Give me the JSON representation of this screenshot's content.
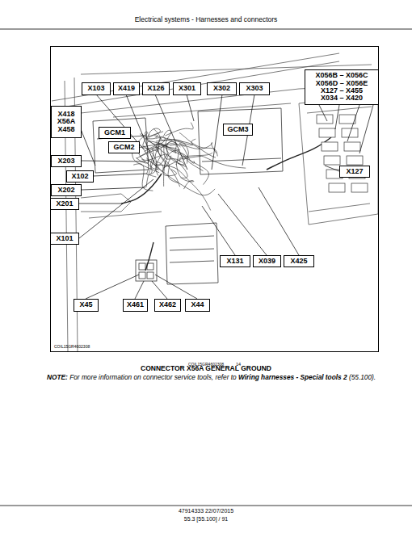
{
  "diagram": {
    "title": "Electrical systems - Harnesses and connectors",
    "caption": "CONNECTOR X56A GENERAL GROUND",
    "nodes": [
      {
        "text": [
          "COIL15GR4602308"
        ]
      },
      {
        "text": [
          "X103"
        ],
        "in": 0
      },
      {
        "text": [
          "X419"
        ],
        "in": 0
      },
      {
        "text": [
          "X126"
        ],
        "in": 0
      },
      {
        "text": [
          "X301"
        ],
        "in": 0
      },
      {
        "text": [
          "X302"
        ],
        "in": 0
      },
      {
        "text": [
          "X303"
        ],
        "in": 0
      },
      {
        "text": [
          "X056B – X056C",
          "X056D – X056E",
          "X127 – X455",
          "X034 – X420"
        ],
        "in": 0
      },
      {
        "text": [
          "X418",
          "X56A",
          "X458"
        ],
        "in": 0
      },
      {
        "text": [
          "GCM1"
        ],
        "in": 0
      },
      {
        "text": [
          "GCM3"
        ],
        "in": 0
      },
      {
        "text": [
          "GCM2"
        ],
        "in": 0
      },
      {
        "text": [
          "X203"
        ],
        "in": 0
      },
      {
        "text": [
          "X127"
        ],
        "in": 0
      },
      {
        "text": [
          "X102"
        ],
        "in": 0
      },
      {
        "text": [
          "X202"
        ],
        "in": 0
      },
      {
        "text": [
          "X201"
        ],
        "in": 0
      },
      {
        "text": [
          "X101"
        ],
        "in": 0
      },
      {
        "text": [
          "X131"
        ],
        "in": 0
      },
      {
        "text": [
          "X039"
        ],
        "in": 0
      },
      {
        "text": [
          "X425"
        ],
        "in": 0
      },
      {
        "text": [
          "X45"
        ],
        "in": 0
      },
      {
        "text": [
          "X461"
        ],
        "in": 0
      },
      {
        "text": [
          "X462"
        ],
        "in": 0
      },
      {
        "text": [
          "X44"
        ],
        "in": 0
      }
    ],
    "labels": [
      "COIL15GR4602308",
      "14",
      "NOTE:",
      "For more information on connector service tools, refer to",
      "Wiring harnesses - Special tools 2",
      "(55.100).",
      "47914333 22/07/2015",
      "55.3 [55.100] / 91"
    ]
  }
}
